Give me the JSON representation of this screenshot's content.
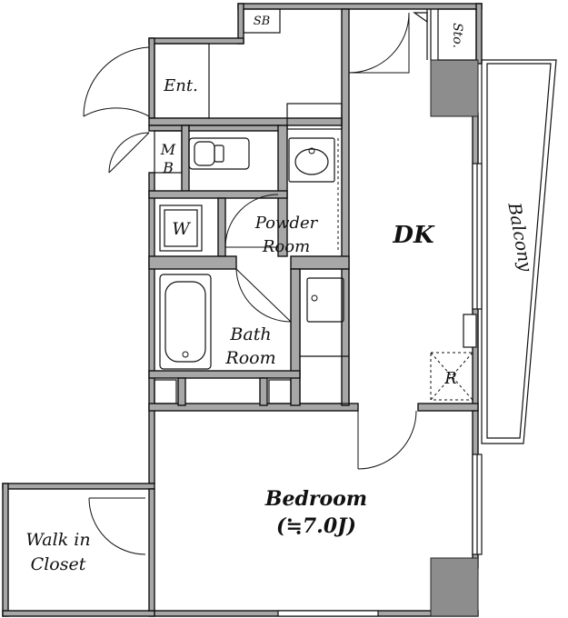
{
  "rooms": {
    "sb": "SB",
    "sto": "Sto.",
    "ent": "Ent.",
    "mb_line1": "M",
    "mb_line2": "B",
    "washer": "W",
    "powder_line1": "Powder",
    "powder_line2": "Room",
    "dk": "DK",
    "balcony": "Balcony",
    "bath_line1": "Bath",
    "bath_line2": "Room",
    "refrigerator": "R",
    "bedroom_line1": "Bedroom",
    "bedroom_line2": "(≒7.0J)",
    "closet_line1": "Walk in",
    "closet_line2": "Closet"
  },
  "colors": {
    "wall_fill": "#a7a7a7",
    "column_fill": "#8d8d8d",
    "line": "#111111",
    "background": "#ffffff"
  }
}
